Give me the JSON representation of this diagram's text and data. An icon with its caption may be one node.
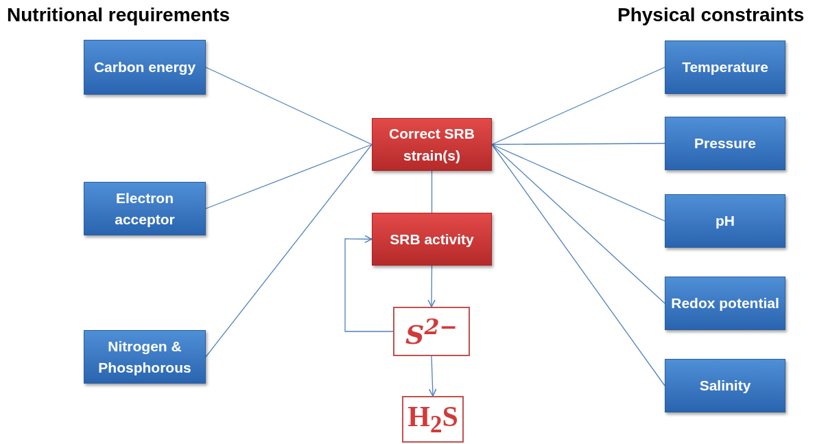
{
  "diagram": {
    "nodes": [
      {
        "text": [
          "Carbon energy"
        ]
      },
      {
        "text": [
          "Electron acceptor"
        ]
      },
      {
        "text": [
          "Nitrogen & Phosphorous"
        ]
      },
      {
        "text": [
          "Correct SRB strain(s)"
        ]
      },
      {
        "text": [
          "SRB activity"
        ]
      },
      {
        "text": [
          "S$^{2−}$"
        ]
      },
      {
        "text": [
          "H$_{2}$S"
        ]
      },
      {
        "text": [
          "Temperature"
        ]
      },
      {
        "text": [
          "Pressure"
        ]
      },
      {
        "text": [
          "pH"
        ]
      },
      {
        "text": [
          "Redox potential"
        ]
      },
      {
        "text": [
          "Salinity"
        ]
      }
    ],
    "edges": [
      {
        "from": 0,
        "to": 3,
        "arrow": "none"
      },
      {
        "from": 1,
        "to": 3,
        "arrow": "none"
      },
      {
        "from": 2,
        "to": 3,
        "arrow": "none"
      },
      {
        "from": 3,
        "to": 7,
        "arrow": "none"
      },
      {
        "from": 3,
        "to": 8,
        "arrow": "none"
      },
      {
        "from": 3,
        "to": 9,
        "arrow": "none"
      },
      {
        "from": 3,
        "to": 10,
        "arrow": "none"
      },
      {
        "from": 3,
        "to": 11,
        "arrow": "none"
      },
      {
        "from": 3,
        "to": 4,
        "arrow": "none"
      },
      {
        "from": 4,
        "to": 5,
        "arrow": "to"
      },
      {
        "from": 5,
        "to": 4,
        "arrow": "to"
      },
      {
        "from": 5,
        "to": 6,
        "arrow": "to"
      }
    ],
    "labels": [
      "Nutritional requirements",
      "Physical constraints"
    ]
  }
}
